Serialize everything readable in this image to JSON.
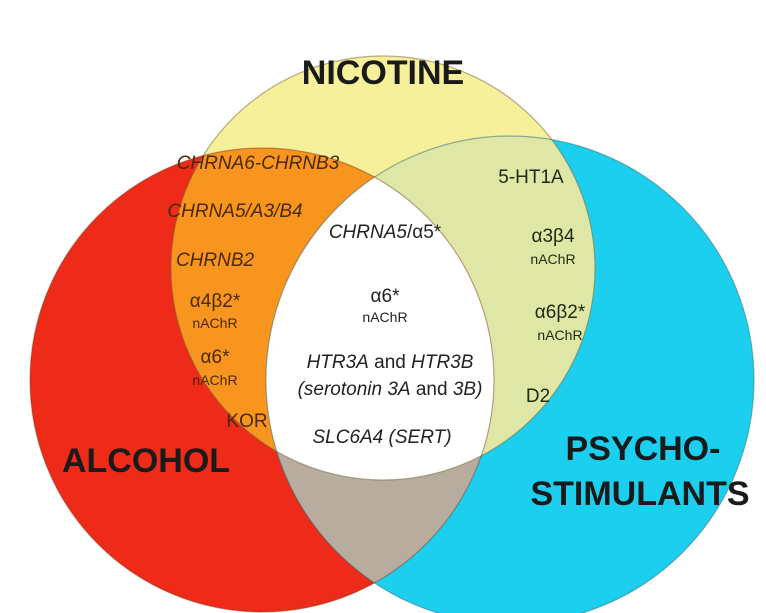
{
  "sets": {
    "nicotine": "NICOTINE",
    "alcohol": "ALCOHOL",
    "psycho_line1": "PSYCHO-",
    "psycho_line2": "STIMULANTS"
  },
  "colors": {
    "nicotine": "#f7f09a",
    "alcohol": "#ee2a18",
    "psychostimulants": "#1ccfee",
    "alcohol_nicotine": "#f7951e",
    "nicotine_psycho": "#dfe7a7",
    "alcohol_psycho": "#b7ac9e",
    "all_three": "#ffffff"
  },
  "alcohol_nicotine": {
    "chrna6": "CHRNA6-CHRNB3",
    "chrna5a3b4": "CHRNA5/A3/B4",
    "chrnb2": "CHRNB2",
    "a4b2": "α4β2*",
    "a4b2_sub": "nAChR",
    "a6": "α6*",
    "a6_sub": "nAChR",
    "kor": "KOR"
  },
  "center": {
    "chrna5_italic": "CHRNA5",
    "chrna5_rest": "/α5*",
    "a6": "α6*",
    "a6_sub": "nAChR",
    "htr3a": "HTR3A",
    "and1": " and ",
    "htr3b": "HTR3B",
    "serotonin": "(serotonin 3A",
    "and2": " and ",
    "serotonin_end": "3B)",
    "slc6a4": "SLC6A4 (SERT)"
  },
  "nicotine_psycho": {
    "ht1a": "5-HT1A",
    "a3b4": "α3β4",
    "a3b4_sub": "nAChR",
    "a6b2": "α6β2*",
    "a6b2_sub": "nAChR",
    "d2": "D2"
  }
}
